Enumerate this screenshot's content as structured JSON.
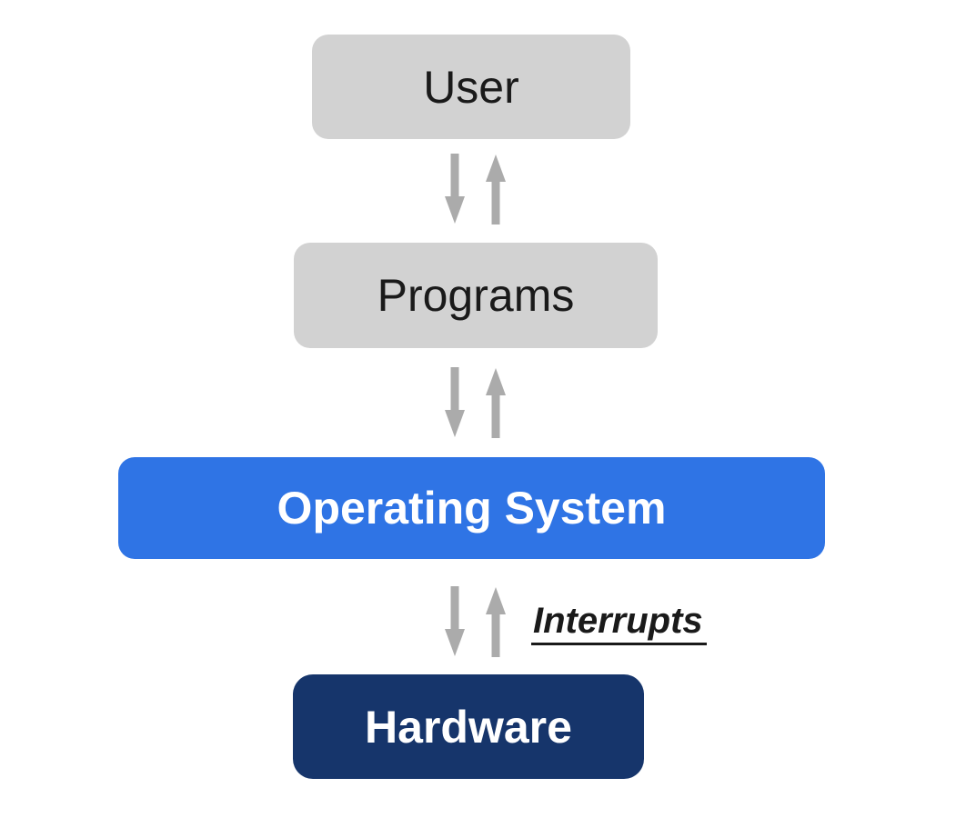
{
  "diagram": {
    "boxes": [
      {
        "id": "user",
        "label": "User"
      },
      {
        "id": "programs",
        "label": "Programs"
      },
      {
        "id": "os",
        "label": "Operating System"
      },
      {
        "id": "hardware",
        "label": "Hardware"
      }
    ],
    "connections": [
      {
        "from": "User",
        "to": "Programs",
        "bidirectional": true
      },
      {
        "from": "Programs",
        "to": "Operating System",
        "bidirectional": true
      },
      {
        "from": "Operating System",
        "to": "Hardware",
        "bidirectional": true,
        "annotation": "Interrupts"
      }
    ],
    "annotation": {
      "interrupts_label": "Interrupts"
    },
    "colors": {
      "layer_gray": "#d2d2d2",
      "os_blue": "#2f74e5",
      "hardware_navy": "#16356b",
      "arrow_gray": "#ababab",
      "text_dark": "#1a1a1a",
      "text_light": "#ffffff",
      "background": "#ffffff"
    }
  }
}
